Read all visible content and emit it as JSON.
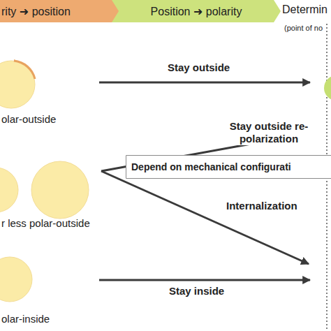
{
  "diagram": {
    "nodes": [
      {
        "text": [
          "rity ➜ position"
        ]
      },
      {
        "text": [
          "Position ➜ polarity"
        ]
      },
      {
        "text": [
          "Depend on mechanical configurati"
        ]
      }
    ],
    "labels": [
      "Determin",
      "(point of no",
      "olar-outside",
      "Stay outside",
      "Stay outside re-polarization",
      "r less polar-outside",
      "Internalization",
      "olar-inside",
      "Stay inside"
    ]
  }
}
